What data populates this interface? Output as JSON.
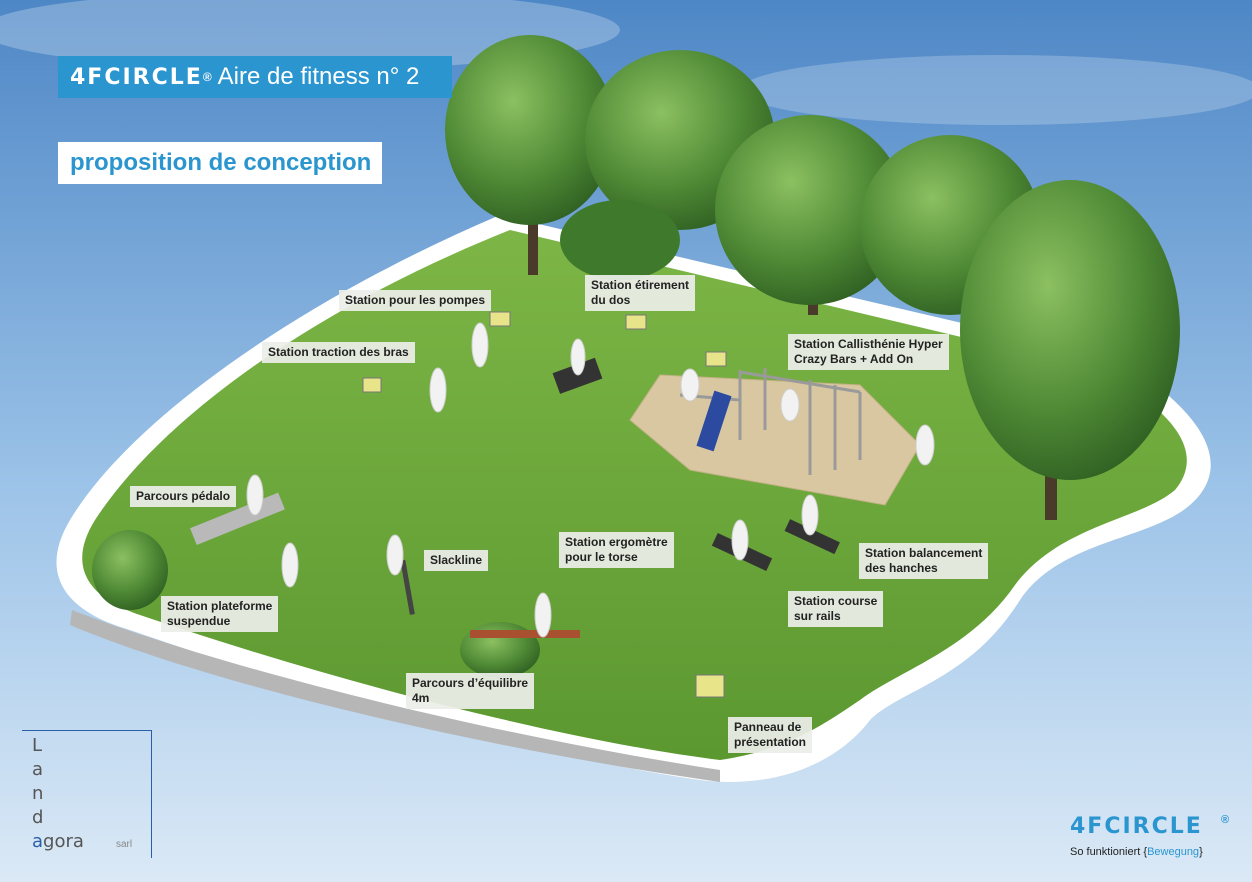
{
  "header": {
    "brand": "4FCIRCLE",
    "brand_reg": "®",
    "title": "Aire de fitness n° 2",
    "subtitle": "proposition de conception"
  },
  "labels": {
    "pompes": "Station pour les pompes",
    "etirement": "Station étirement\ndu dos",
    "traction": "Station traction des bras",
    "callisthenie": "Station Callisthénie Hyper\nCrazy Bars + Add On",
    "pedalo": "Parcours pédalo",
    "slackline": "Slackline",
    "ergometre": "Station ergomètre\npour le torse",
    "balancement": "Station balancement\ndes hanches",
    "plateforme": "Station plateforme\nsuspendue",
    "course": "Station course\nsur rails",
    "equilibre": "Parcours d’équilibre\n4m",
    "panneau": "Panneau de\nprésentation"
  },
  "landagora": {
    "letters": [
      "L",
      "a",
      "n",
      "d"
    ],
    "a_prefix": "a",
    "word_rest": "gora",
    "sarl": "sarl"
  },
  "footer_logo": {
    "brand": "4FCIRCLE",
    "reg": "®",
    "slogan_prefix": "So funktioniert {",
    "slogan_accent": "Bewegung",
    "slogan_suffix": "}"
  },
  "colors": {
    "accent": "#2a95cf",
    "sky": "#6fa6d8",
    "lawn": "#6ea83a"
  }
}
